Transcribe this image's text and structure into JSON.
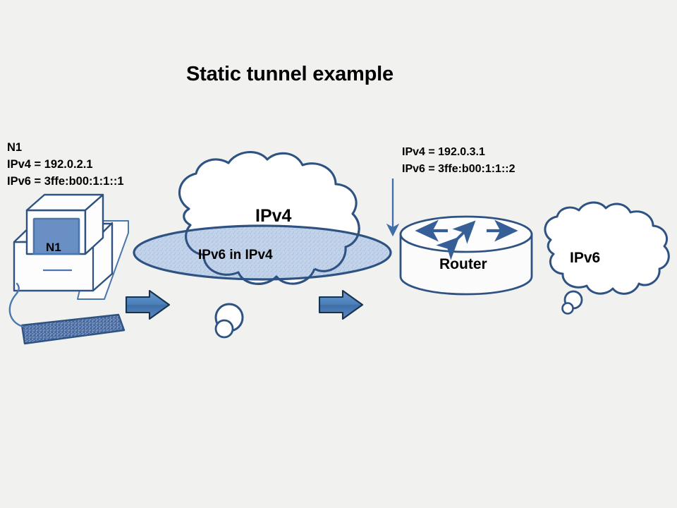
{
  "slide": {
    "title": "Static tunnel example",
    "background_color": "#f1f1f0",
    "stroke_color": "#2e5282",
    "fill_tunnel_color": "#b7c9e3",
    "fill_screen_color": "#6a8fc4",
    "arrow_color": "#3f6fa8",
    "text_color": "#000000"
  },
  "host": {
    "name": "N1",
    "screen_label": "N1",
    "ipv4_line": "IPv4 = 192.0.2.1",
    "ipv6_line": "IPv6 = 3ffe:b00:1:1::1"
  },
  "router": {
    "label": "Router",
    "ipv4_line": "IPv4 = 192.0.3.1",
    "ipv6_line": "IPv6 = 3ffe:b00:1:1::2"
  },
  "clouds": {
    "ipv4_label": "IPv4",
    "tunnel_label": "IPv6 in IPv4",
    "ipv6_label": "IPv6"
  },
  "icons": {
    "flow_arrow_left": "right-arrow-icon",
    "flow_arrow_right": "right-arrow-icon",
    "router_pointer": "down-arrow-icon",
    "router_top_left": "left-arrow-icon",
    "router_top_right": "right-arrow-icon",
    "router_top_diagonal": "double-arrow-icon"
  }
}
